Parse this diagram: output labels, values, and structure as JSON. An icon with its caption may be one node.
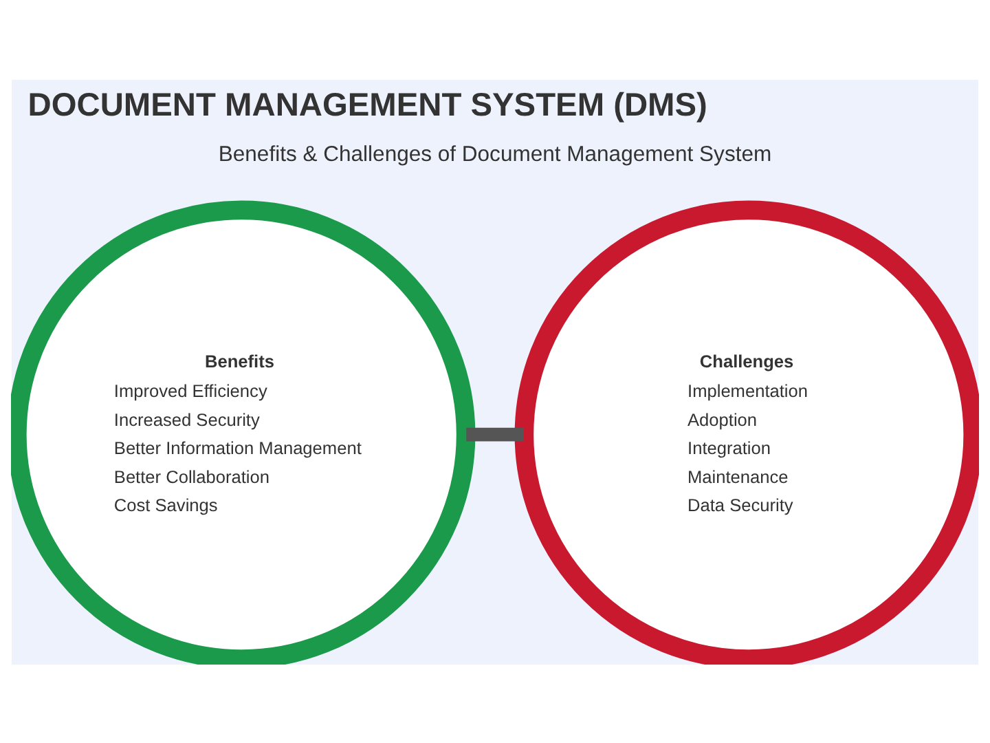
{
  "diagram": {
    "title": "DOCUMENT MANAGEMENT SYSTEM (DMS)",
    "nodes": [
      {
        "text": [
          "Benefits",
          "Improved Efficiency",
          "Increased Security",
          "Better Information Management",
          "Better Collaboration",
          "Cost Savings"
        ]
      },
      {
        "text": [
          "Challenges",
          "Implementation",
          "Adoption",
          "Integration",
          "Maintenance",
          "Data Security"
        ]
      }
    ],
    "edges": [
      {
        "from": 0,
        "to": 1,
        "arrow": "none"
      }
    ],
    "labels": [
      "Benefits & Challenges of Document Management System"
    ]
  }
}
